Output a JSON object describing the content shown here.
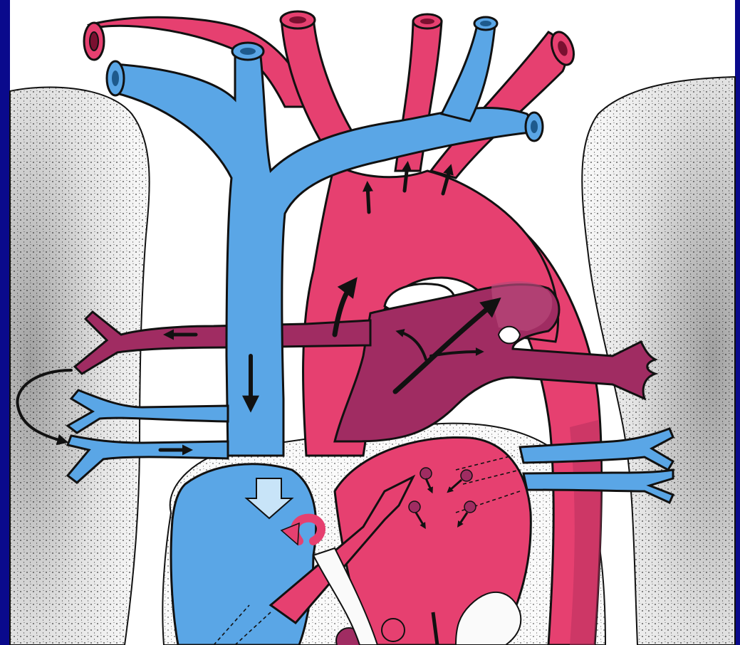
{
  "diagram": {
    "colors": {
      "frame": "#0a0a8c",
      "paper": "#ffffff",
      "lung_fill": "#f3f3f3",
      "stipple": "#4a4a4a",
      "outline": "#111111",
      "venous_blue": "#5aa6e6",
      "arterial_red": "#e64070",
      "mixed_purple": "#a02c62",
      "arrow": "#111111",
      "pale_arrow": "#c8e4f8"
    },
    "structures": [
      {
        "id": "left-lung",
        "icon": "lung"
      },
      {
        "id": "right-lung",
        "icon": "lung"
      },
      {
        "id": "superior-vena-cava",
        "icon": "vein"
      },
      {
        "id": "brachiocephalic-veins",
        "icon": "vein"
      },
      {
        "id": "aortic-arch",
        "icon": "artery"
      },
      {
        "id": "arch-branches",
        "icon": "artery"
      },
      {
        "id": "pulmonary-trunk",
        "icon": "artery"
      },
      {
        "id": "pulmonary-arteries",
        "icon": "artery"
      },
      {
        "id": "pulmonary-veins",
        "icon": "vein"
      },
      {
        "id": "right-atrium",
        "icon": "heart-chamber"
      },
      {
        "id": "left-atrium",
        "icon": "heart-chamber"
      },
      {
        "id": "descending-aorta",
        "icon": "artery"
      }
    ]
  }
}
